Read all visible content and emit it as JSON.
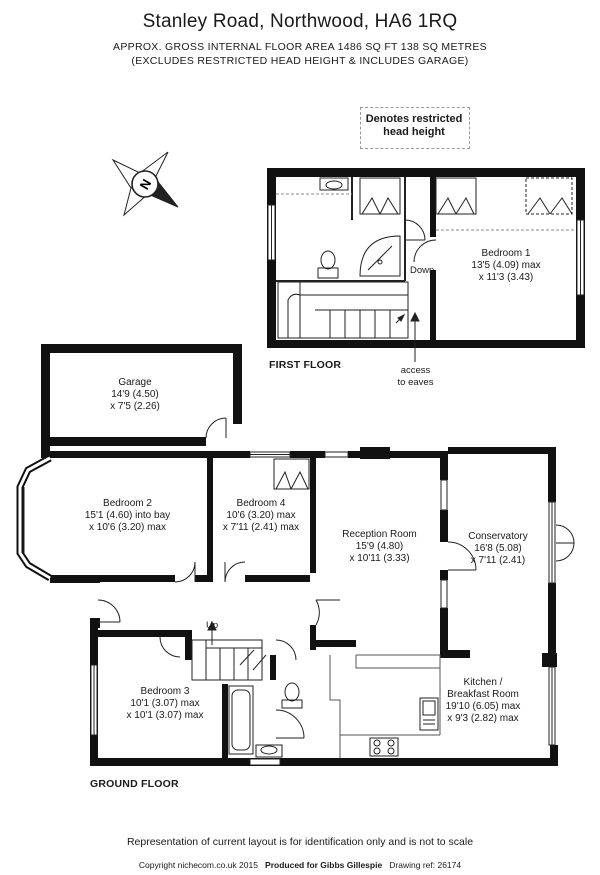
{
  "header": {
    "title": "Stanley Road, Northwood, HA6 1RQ",
    "area_line": "APPROX. GROSS INTERNAL FLOOR AREA 1486 SQ FT 138 SQ METRES",
    "note_line": "(EXCLUDES RESTRICTED HEAD HEIGHT & INCLUDES GARAGE)"
  },
  "legend": {
    "line1": "Denotes restricted",
    "line2": "head height"
  },
  "compass": {
    "letter": "N"
  },
  "first_floor": {
    "label": "FIRST FLOOR",
    "down_label": "Down",
    "access_line1": "access",
    "access_line2": "to eaves",
    "bedroom1": {
      "name": "Bedroom 1",
      "dim1": "13'5 (4.09) max",
      "dim2": "x 11'3 (3.43)"
    }
  },
  "ground_floor": {
    "label": "GROUND FLOOR",
    "up_label": "Up",
    "garage": {
      "name": "Garage",
      "dim1": "14'9 (4.50)",
      "dim2": "x 7'5 (2.26)"
    },
    "bedroom2": {
      "name": "Bedroom 2",
      "dim1": "15'1 (4.60) into bay",
      "dim2": "x 10'6 (3.20) max"
    },
    "bedroom4": {
      "name": "Bedroom 4",
      "dim1": "10'6 (3.20) max",
      "dim2": "x 7'11 (2.41) max"
    },
    "reception": {
      "name": "Reception Room",
      "dim1": "15'9 (4.80)",
      "dim2": "x 10'11 (3.33)"
    },
    "conservatory": {
      "name": "Conservatory",
      "dim1": "16'8 (5.08)",
      "dim2": "x 7'11 (2.41)"
    },
    "bedroom3": {
      "name": "Bedroom 3",
      "dim1": "10'1 (3.07) max",
      "dim2": "x 10'1 (3.07) max"
    },
    "kitchen": {
      "name1": "Kitchen /",
      "name2": "Breakfast Room",
      "dim1": "19'10 (6.05) max",
      "dim2": "x 9'3 (2.82) max"
    }
  },
  "footer": {
    "disclaimer": "Representation of current layout is for identification only and is not to scale",
    "copyright": "Copyright nichecom.co.uk 2015",
    "produced": "Produced for Gibbs Gillespie",
    "drawing_ref": "Drawing ref:  26174"
  }
}
